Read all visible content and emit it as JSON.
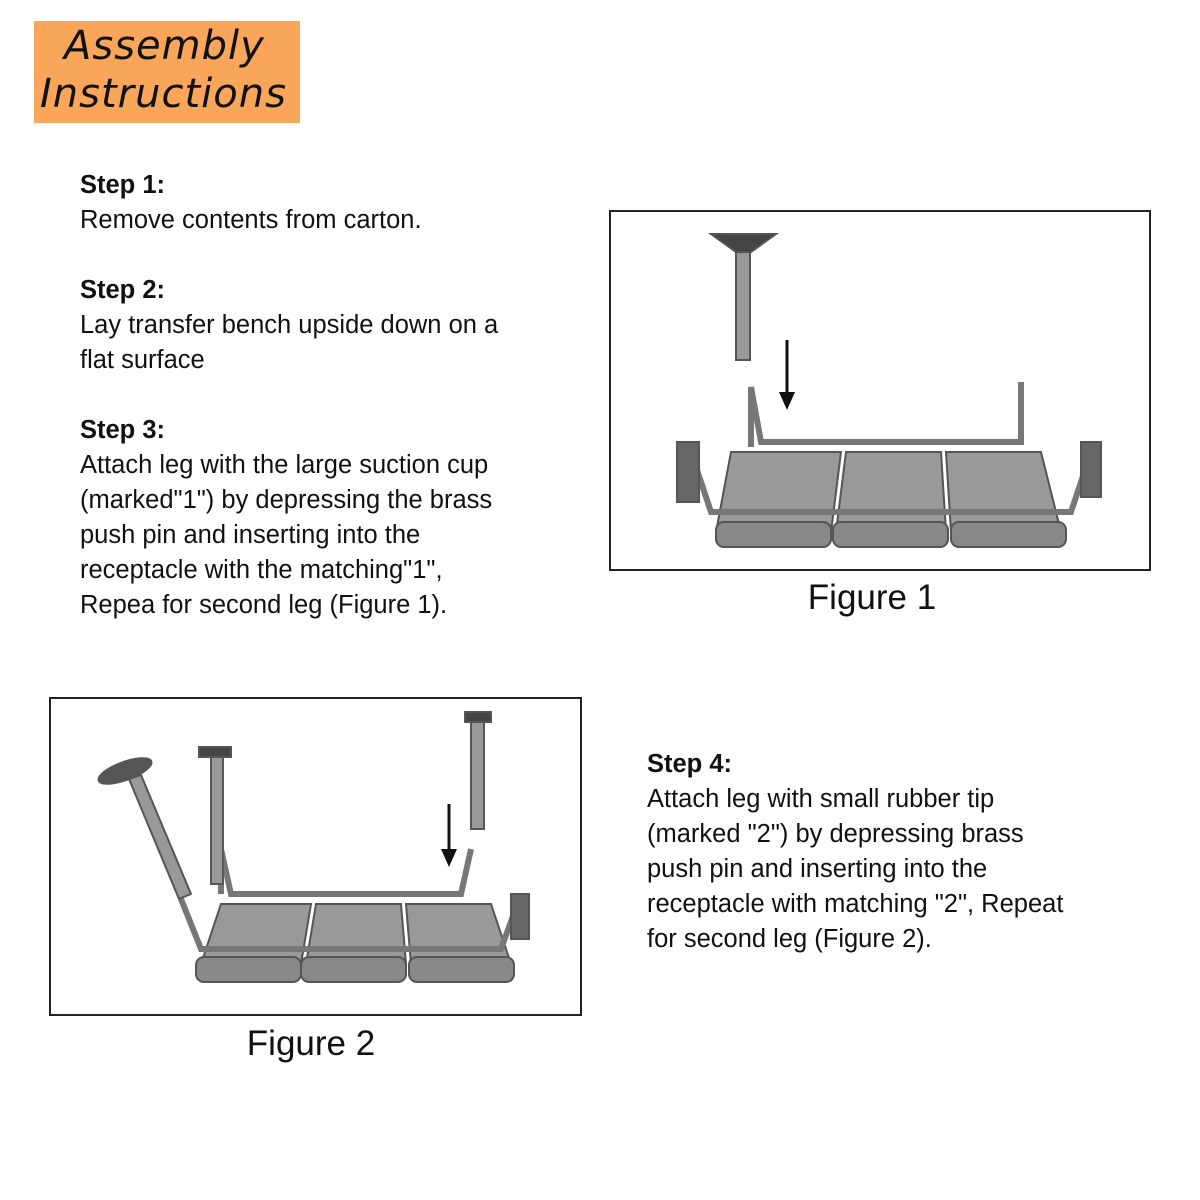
{
  "title": {
    "line1": "Assembly",
    "line2": "Instructions",
    "background": "#F9A55A"
  },
  "steps": [
    {
      "heading": "Step 1:",
      "lines": [
        "Remove contents from carton."
      ]
    },
    {
      "heading": "Step 2:",
      "lines": [
        "Lay transfer bench upside down on a",
        "flat surface"
      ]
    },
    {
      "heading": "Step 3:",
      "lines": [
        "Attach leg with the large suction cup",
        "(marked\"1\") by depressing the brass",
        "push pin and inserting into the",
        "receptacle with the matching\"1\",",
        "Repea for second leg (Figure 1)."
      ]
    },
    {
      "heading": "Step 4:",
      "lines": [
        "Attach leg with small rubber tip",
        "(marked \"2\") by depressing brass",
        "push pin and inserting into the",
        "receptacle with matching \"2\", Repeat",
        "for second leg (Figure 2)."
      ]
    }
  ],
  "figures": [
    {
      "caption": "Figure 1"
    },
    {
      "caption": "Figure 2"
    }
  ]
}
